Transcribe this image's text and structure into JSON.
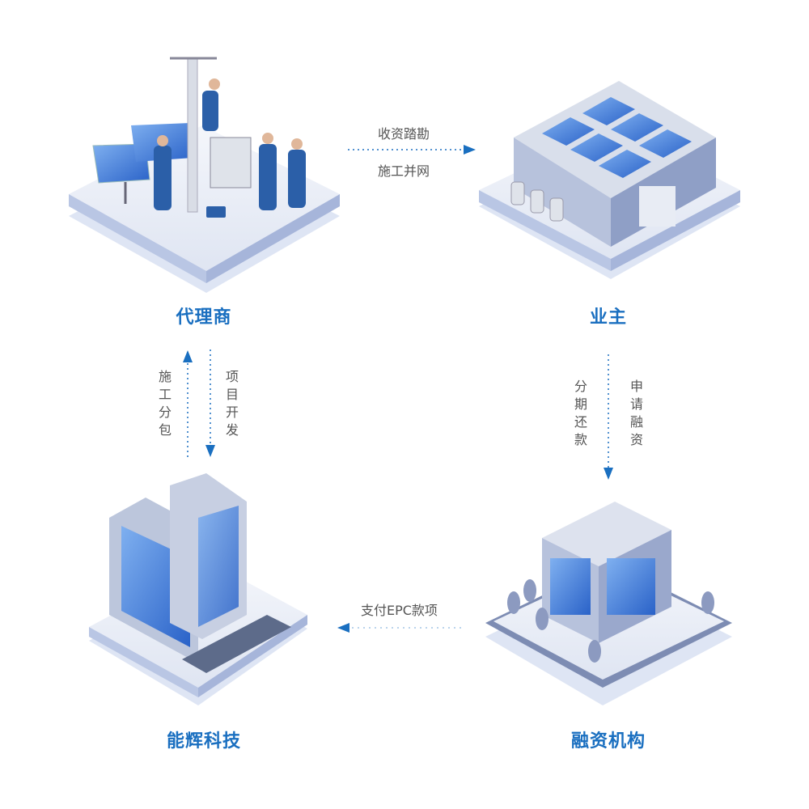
{
  "nodes": {
    "agent": "代理商",
    "owner": "业主",
    "nenghui": "能辉科技",
    "finance": "融资机构"
  },
  "flows": {
    "agent_to_owner_top": "收资踏勘",
    "agent_to_owner_bottom": "施工并网",
    "nenghui_to_agent": "施工分包",
    "agent_to_nenghui": "项目开发",
    "finance_to_owner": "分期还款",
    "owner_to_finance": "申请融资",
    "finance_to_nenghui": "支付EPC款项"
  },
  "colors": {
    "accent": "#1a6fc0",
    "text": "#555555"
  }
}
